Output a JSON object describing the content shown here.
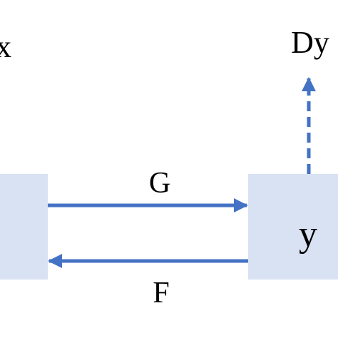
{
  "diagram": {
    "nodes": {
      "x": {
        "label": "x"
      },
      "y": {
        "label": "y"
      },
      "dy": {
        "label": "Dy"
      }
    },
    "edges": {
      "g": {
        "label": "G",
        "from": "x",
        "to": "y",
        "style": "solid"
      },
      "f": {
        "label": "F",
        "from": "y",
        "to": "x",
        "style": "solid"
      },
      "d": {
        "from": "y",
        "to": "Dy",
        "style": "dashed"
      }
    }
  },
  "colors": {
    "box_fill": "#d9e2f3",
    "arrow": "#4472c4",
    "text": "#000000"
  }
}
